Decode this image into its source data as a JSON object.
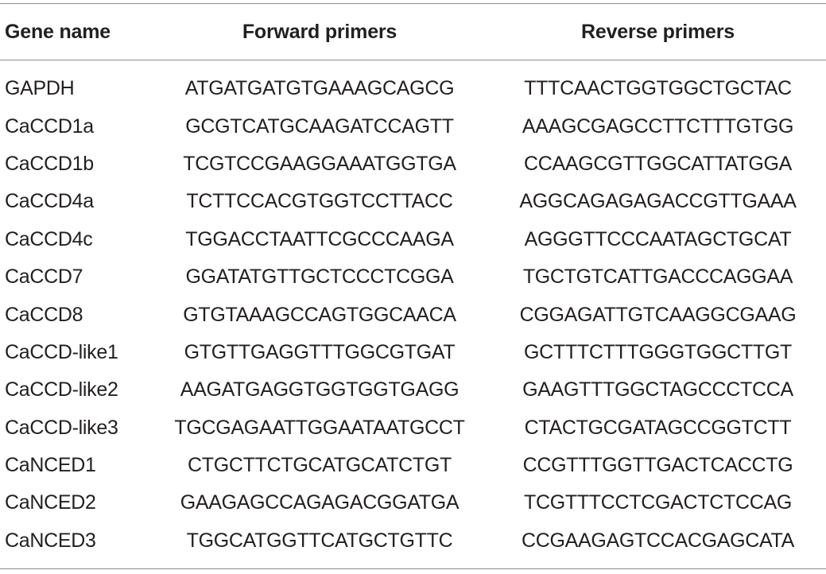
{
  "table": {
    "headers": {
      "gene": "Gene name",
      "forward": "Forward primers",
      "reverse": "Reverse primers"
    },
    "rows": [
      {
        "gene": "GAPDH",
        "forward": "ATGATGATGTGAAAGCAGCG",
        "reverse": "TTTCAACTGGTGGCTGCTAC"
      },
      {
        "gene": "CaCCD1a",
        "forward": "GCGTCATGCAAGATCCAGTT",
        "reverse": "AAAGCGAGCCTTCTTTGTGG"
      },
      {
        "gene": "CaCCD1b",
        "forward": "TCGTCCGAAGGAAATGGTGA",
        "reverse": "CCAAGCGTTGGCATTATGGA"
      },
      {
        "gene": "CaCCD4a",
        "forward": "TCTTCCACGTGGTCCTTACC",
        "reverse": "AGGCAGAGAGACCGTTGAAA"
      },
      {
        "gene": "CaCCD4c",
        "forward": "TGGACCTAATTCGCCCAAGA",
        "reverse": "AGGGTTCCCAATAGCTGCAT"
      },
      {
        "gene": "CaCCD7",
        "forward": "GGATATGTTGCTCCCTCGGA",
        "reverse": "TGCTGTCATTGACCCAGGAA"
      },
      {
        "gene": "CaCCD8",
        "forward": "GTGTAAAGCCAGTGGCAACA",
        "reverse": "CGGAGATTGTCAAGGCGAAG"
      },
      {
        "gene": "CaCCD-like1",
        "forward": "GTGTTGAGGTTTGGCGTGAT",
        "reverse": "GCTTTCTTTGGGTGGCTTGT"
      },
      {
        "gene": "CaCCD-like2",
        "forward": "AAGATGAGGTGGTGGTGAGG",
        "reverse": "GAAGTTTGGCTAGCCCTCCA"
      },
      {
        "gene": "CaCCD-like3",
        "forward": "TGCGAGAATTGGAATAATGCCT",
        "reverse": "CTACTGCGATAGCCGGTCTT"
      },
      {
        "gene": "CaNCED1",
        "forward": "CTGCTTCTGCATGCATCTGT",
        "reverse": "CCGTTTGGTTGACTCACCTG"
      },
      {
        "gene": "CaNCED2",
        "forward": "GAAGAGCCAGAGACGGATGA",
        "reverse": "TCGTTTCCTCGACTCTCCAG"
      },
      {
        "gene": "CaNCED3",
        "forward": "TGGCATGGTTCATGCTGTTC",
        "reverse": "CCGAAGAGTCCACGAGCATA"
      }
    ]
  }
}
